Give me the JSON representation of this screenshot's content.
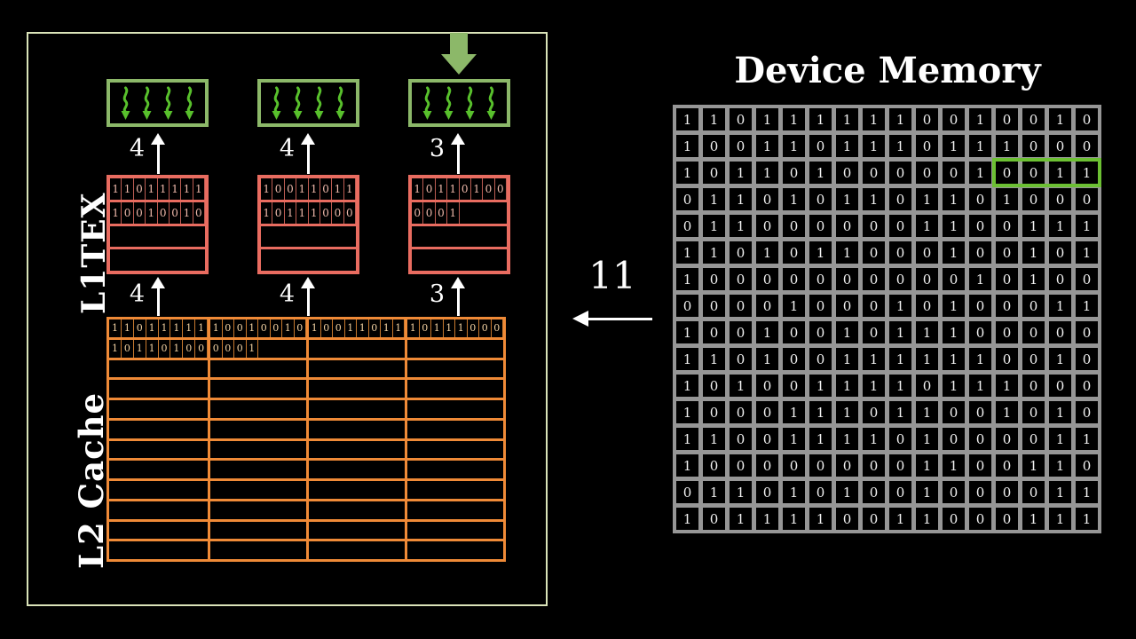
{
  "left_panel": {
    "l1tex_label": "L1TEX",
    "l2_label": "L2 Cache"
  },
  "warp_units": {
    "count": 3,
    "threads_per_unit": 4,
    "active_unit_index": 2
  },
  "upper_transfer_counts": [
    "4",
    "4",
    "3"
  ],
  "lower_transfer_counts": [
    "4",
    "4",
    "3"
  ],
  "l1_tables": [
    {
      "total_rows": 4,
      "cells_per_row": 8,
      "bit_rows": [
        "11011111",
        "10010010"
      ]
    },
    {
      "total_rows": 4,
      "cells_per_row": 8,
      "bit_rows": [
        "10011011",
        "10111000"
      ]
    },
    {
      "total_rows": 4,
      "cells_per_row": 8,
      "bit_rows": [
        "10110100",
        "0001"
      ]
    }
  ],
  "l2_cache": {
    "total_rows": 12,
    "groups_per_row": 4,
    "cells_per_group": 8,
    "bit_rows": [
      [
        "11011111",
        "10010010",
        "10011011",
        "10111000"
      ],
      [
        "10110100",
        "0001",
        "",
        ""
      ]
    ]
  },
  "memory_transfer": {
    "label": "11"
  },
  "device_memory": {
    "title": "Device Memory",
    "columns": 16,
    "rows": [
      "1101111110010010",
      "1001101110111000",
      "1011010000010011",
      "0110101101101000",
      "0110000001100111",
      "1101011000100101",
      "1000000000010100",
      "0000100010100011",
      "1001001011100000",
      "1101001111110010",
      "1010011110111000",
      "1000111011001010",
      "1100111101000011",
      "1000000001100110",
      "0110101001000011",
      "1011110011000111"
    ],
    "highlight": {
      "row": 2,
      "col_start": 12,
      "col_end": 15
    }
  },
  "colors": {
    "panel_border": "#dae3b9",
    "warp_box_green": "#8cb869",
    "squiggle_green": "#58c02c",
    "l1_red": "#e96c60",
    "l1_digit": "#efb9ab",
    "l2_orange": "#ef8a37",
    "l2_digit": "#f3d2a2",
    "grid_gray": "#969696",
    "highlight_green": "#6cc033",
    "text_white": "#ffffff"
  }
}
